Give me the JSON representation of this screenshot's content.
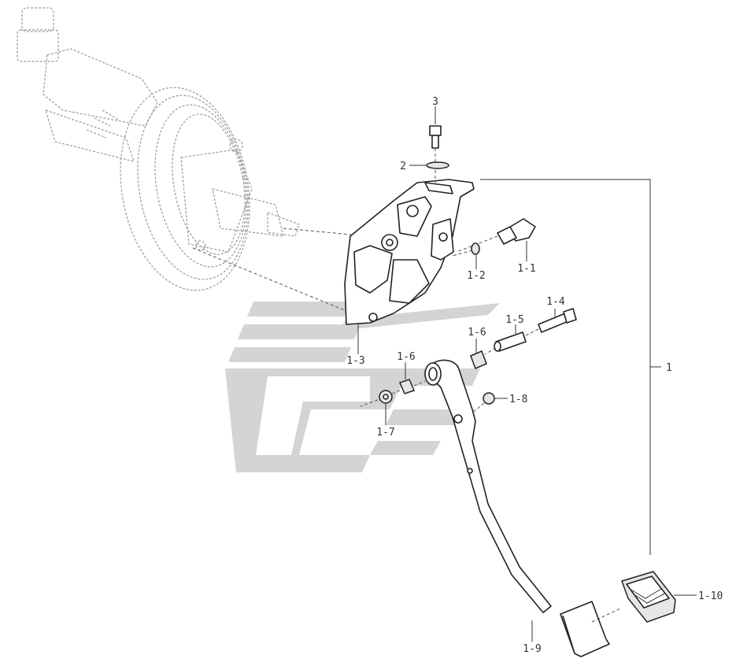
{
  "labels": {
    "l3": "3",
    "l2": "2",
    "l1": "1",
    "l1_1": "1-1",
    "l1_2": "1-2",
    "l1_3": "1-3",
    "l1_4": "1-4",
    "l1_5": "1-5",
    "l1_6a": "1-6",
    "l1_6b": "1-6",
    "l1_7": "1-7",
    "l1_8": "1-8",
    "l1_9": "1-9",
    "l1_10": "1-10"
  },
  "colors": {
    "line": "#222222",
    "ghost": "#9a9a9a",
    "watermark": "#d4d4d4"
  }
}
